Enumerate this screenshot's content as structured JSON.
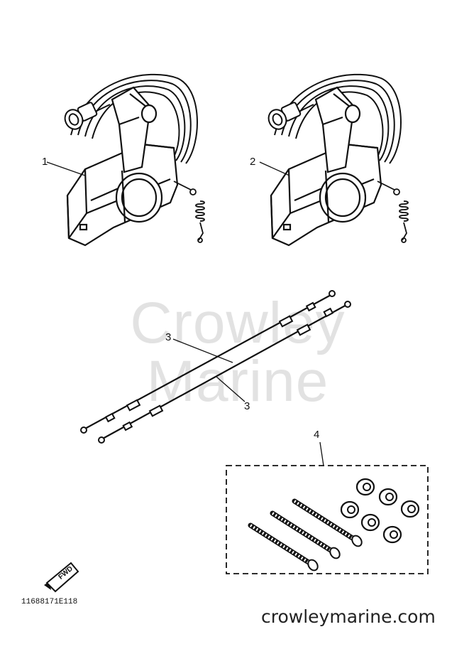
{
  "watermark": "Crowley Marine",
  "site_url": "crowleymarine.com",
  "drawing_code": "11688171E118",
  "fwd_label": "FWD",
  "callouts": {
    "part1": "1",
    "part2": "2",
    "part3a": "3",
    "part3b": "3",
    "part4": "4"
  },
  "colors": {
    "line": "#111111",
    "watermark": "#e2e2e2"
  },
  "icons": {
    "fwd": "fwd-arrow-icon"
  }
}
